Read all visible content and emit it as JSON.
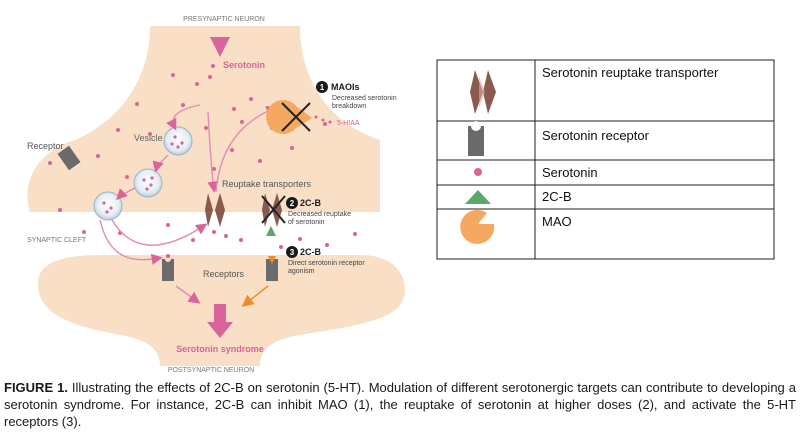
{
  "labels": {
    "presynaptic": "PRESYNAPTIC NEURON",
    "postsynaptic": "POSTSYNAPTIC NEURON",
    "serotonin_top": "Serotonin",
    "vesicle": "Vesicle",
    "receptor_left": "Receptor",
    "synaptic_cleft": "SYNAPTIC CLEFT",
    "reuptake_transporters": "Reuptake transporters",
    "receptors": "Receptors",
    "serotonin_syndrome": "Serotonin syndrome",
    "hiaa": "5-HIAA"
  },
  "callouts": [
    {
      "num": "1",
      "title": "MAOIs",
      "lines": [
        "Decreased serotonin",
        "breakdown"
      ]
    },
    {
      "num": "2",
      "title": "2C-B",
      "lines": [
        "Decreased reuptake",
        "of serotonin"
      ]
    },
    {
      "num": "3",
      "title": "2C-B",
      "lines": [
        "Direct serotonin receptor",
        "agonism"
      ]
    }
  ],
  "legend": [
    {
      "label": "Serotonin reuptake transporter",
      "icon": "transporter-icon"
    },
    {
      "label": "Serotonin receptor",
      "icon": "receptor-icon"
    },
    {
      "label": "Serotonin",
      "icon": "serotonin-dot-icon"
    },
    {
      "label": "2C-B",
      "icon": "triangle-icon"
    },
    {
      "label": "MAO",
      "icon": "mao-pacman-icon"
    }
  ],
  "caption": {
    "label": "FIGURE 1.",
    "text": " Illustrating the effects of 2C-B on serotonin (5-HT). Modulation of different serotonergic targets can contribute to developing a serotonin syndrome. For instance, 2C-B can inhibit MAO (1), the reuptake of serotonin at higher doses (2), and activate the 5-HT receptors (3)."
  },
  "colors": {
    "neuron": "#f8dfc6",
    "pink": "#d9649a",
    "transporter": "#8a5a4e",
    "receptor": "#6a6a6a",
    "green": "#5aa86a",
    "orange": "#f5a860",
    "arrow_orange": "#f08a2a",
    "label_gray": "#555555"
  }
}
